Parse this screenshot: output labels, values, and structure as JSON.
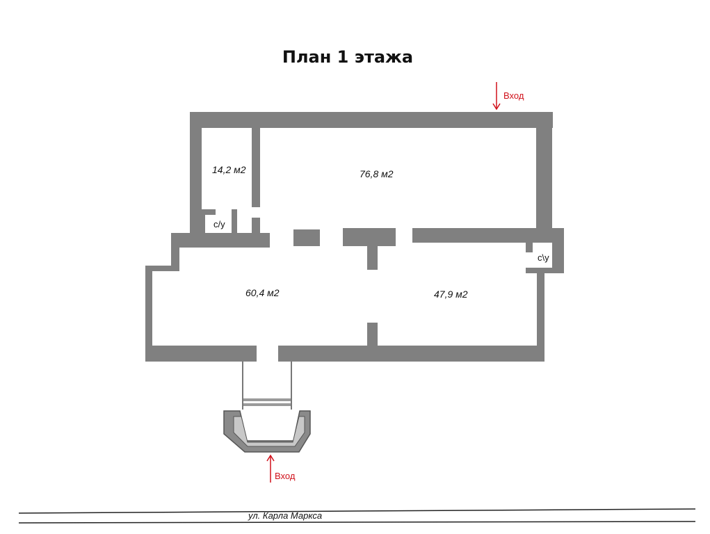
{
  "title": "План 1 этажа",
  "rooms": {
    "room_small": "14,2 м2",
    "room_hall": "76,8 м2",
    "room_front": "60,4 м2",
    "room_right": "47,9 м2"
  },
  "wc": {
    "left": "с/у",
    "right": "с\\у"
  },
  "entrances": {
    "top": "Вход",
    "bottom": "Вход"
  },
  "street": "ул. Карла  Маркса",
  "colors": {
    "wall": "#808080",
    "entrance": "#d0101a"
  }
}
